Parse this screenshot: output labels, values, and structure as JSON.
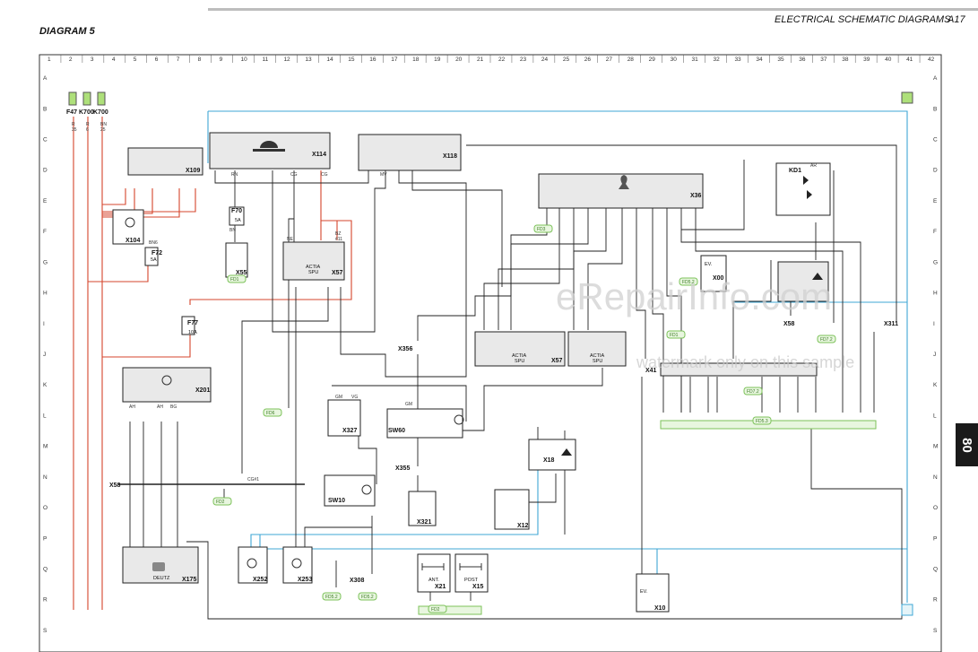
{
  "header": {
    "diagram_label": "DIAGRAM 5",
    "section_title": "ELECTRICAL SCHEMATIC DIAGRAMS",
    "page_code": "A17",
    "side_tab": "80"
  },
  "watermark": "eRepairInfo.com",
  "watermark_note": "watermark only on this sample",
  "grid": {
    "columns": [
      "1",
      "2",
      "3",
      "4",
      "5",
      "6",
      "7",
      "8",
      "9",
      "10",
      "11",
      "12",
      "13",
      "14",
      "15",
      "16",
      "17",
      "18",
      "19",
      "20",
      "21",
      "22",
      "23",
      "24",
      "25",
      "26",
      "27",
      "28",
      "29",
      "30",
      "31",
      "32",
      "33",
      "34",
      "35",
      "36",
      "37",
      "38",
      "39",
      "40",
      "41",
      "42"
    ],
    "rows": [
      "A",
      "B",
      "C",
      "D",
      "E",
      "F",
      "G",
      "H",
      "I",
      "J",
      "K",
      "L",
      "M",
      "N",
      "O",
      "P",
      "Q",
      "R",
      "S"
    ]
  },
  "fuses": [
    "F47",
    "K700",
    "K700"
  ],
  "components": {
    "X114": "X114",
    "X118": "X118",
    "X109": "X109",
    "X104": "X104",
    "F70": "F70",
    "F72": "F72",
    "X55": "X55",
    "X57a": "X57",
    "F77": "F77",
    "X36": "X36",
    "KD1": "KD1",
    "X00": "X00",
    "X311": "X311",
    "X58r": "X58",
    "X57b": "X57",
    "X356": "X356",
    "X41": "X41",
    "X201": "X201",
    "X327": "X327",
    "SW60": "SW60",
    "X18": "X18",
    "X355": "X355",
    "X58l": "X58",
    "SW10": "SW10",
    "X321": "X321",
    "X12": "X12",
    "X175": "X175",
    "X252": "X252",
    "X253": "X253",
    "X308": "X308",
    "X21": "X21",
    "X15": "X15",
    "X10": "X10"
  },
  "sub_labels": {
    "actia1": "ACTIA",
    "spu1": "SPU",
    "actia2": "ACTIA",
    "spu2": "SPU",
    "actia3": "ACTIA",
    "spu3": "SPU",
    "ev1": "EV.",
    "ev2": "EV.",
    "deutz": "DEUTZ",
    "ant": "ANT.",
    "post": "POST",
    "f70_amp": "5A",
    "f72_amp": "5A",
    "f77_amp": "10A"
  },
  "ground_refs": [
    "FD3",
    "FD1",
    "FD6",
    "FD2",
    "FD5.2",
    "FD5.2",
    "FD7.2",
    "FD1",
    "FD5.3",
    "FD7.2",
    "FD5.2",
    "FD2"
  ],
  "wire_labels": [
    "R",
    "35",
    "R",
    "6",
    "BN",
    "25",
    "BN6",
    "NE",
    "RN",
    "CG",
    "CG",
    "BZ",
    "#11",
    "MV",
    "BN",
    "GM",
    "VG",
    "GM",
    "AR",
    "AH",
    "BG",
    "AH",
    "CG#1"
  ]
}
